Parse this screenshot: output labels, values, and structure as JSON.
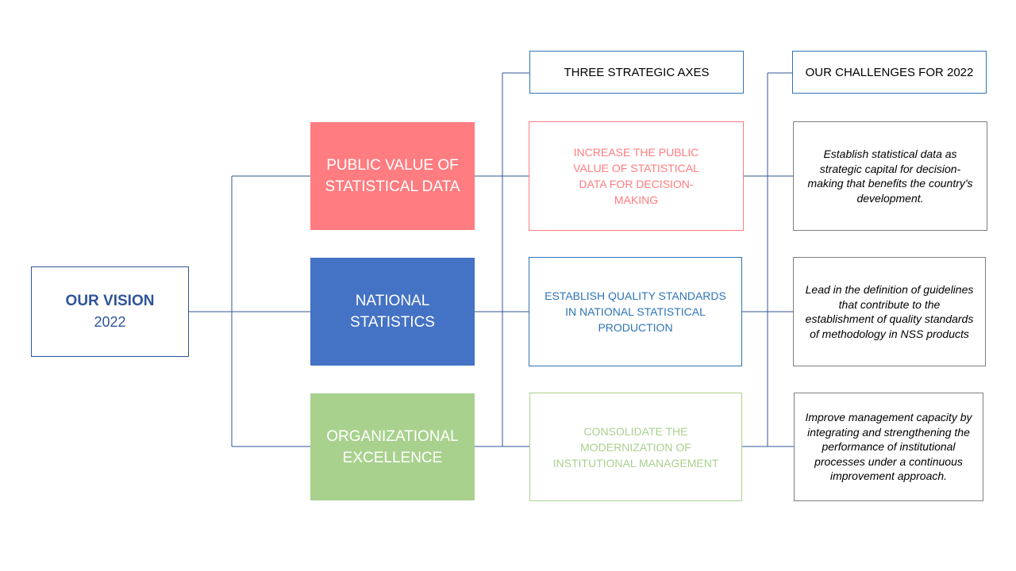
{
  "vision": {
    "title": "OUR VISION",
    "year": "2022"
  },
  "pillars": [
    {
      "label": "PUBLIC VALUE OF STATISTICAL DATA",
      "color": "#ff7c80"
    },
    {
      "label": "NATIONAL STATISTICS",
      "color": "#4472c4"
    },
    {
      "label": "ORGANIZATIONAL EXCELLENCE",
      "color": "#a9d18e"
    }
  ],
  "headers": {
    "axes": "THREE STRATEGIC AXES",
    "challenges": "OUR CHALLENGES FOR 2022"
  },
  "axes": [
    {
      "text": "INCREASE THE PUBLIC VALUE OF STATISTICAL DATA FOR DECISION-MAKING",
      "color": "#ff7c80"
    },
    {
      "text": "ESTABLISH QUALITY STANDARDS IN NATIONAL STATISTICAL PRODUCTION",
      "color": "#2e75b6"
    },
    {
      "text": "CONSOLIDATE THE MODERNIZATION OF INSTITUTIONAL MANAGEMENT",
      "color": "#a9d18e"
    }
  ],
  "challenges": [
    "Establish statistical data as strategic capital for decision-making that benefits the country's development.",
    "Lead in the definition of guidelines that contribute to the establishment of quality standards of methodology in NSS products",
    "Improve management capacity by integrating and strengthening the performance of institutional processes under a continuous improvement approach."
  ],
  "colors": {
    "connector": "#2f5597",
    "accent_blue": "#2e75b6"
  }
}
